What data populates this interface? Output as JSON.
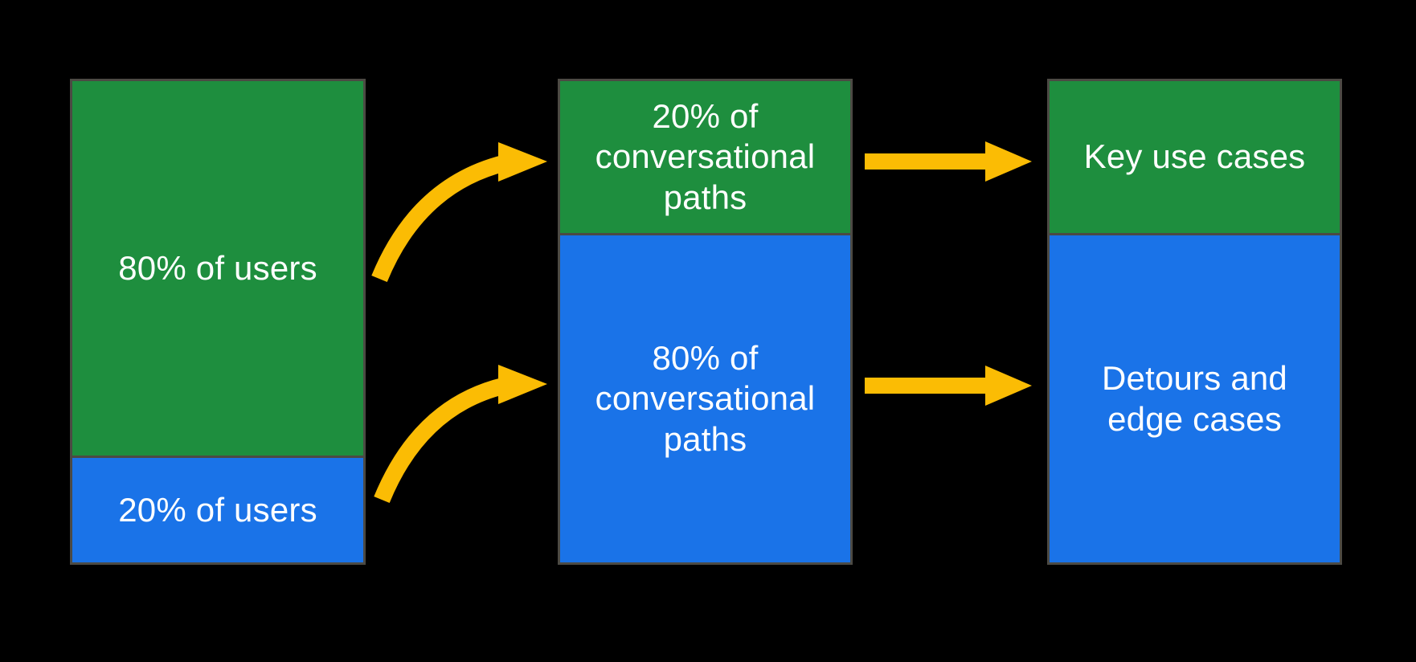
{
  "colors": {
    "bg": "#000000",
    "green": "#1E8E3E",
    "blue": "#1A73E8",
    "yellow": "#FBBC04",
    "border": "#4C4A44",
    "text": "#FFFFFF"
  },
  "columns": [
    {
      "id": "users",
      "segments": [
        {
          "color": "green",
          "label": "80% of users"
        },
        {
          "color": "blue",
          "label": "20% of users"
        }
      ]
    },
    {
      "id": "conversational-paths",
      "segments": [
        {
          "color": "green",
          "label": "20% of\nconversational\npaths"
        },
        {
          "color": "blue",
          "label": "80% of\nconversational\npaths"
        }
      ]
    },
    {
      "id": "cases",
      "segments": [
        {
          "color": "green",
          "label": "Key use cases"
        },
        {
          "color": "blue",
          "label": "Detours and\nedge cases"
        }
      ]
    }
  ],
  "arrows": [
    {
      "name": "curved-right-arrow",
      "from": "80% of users",
      "to": "20% of conversational paths"
    },
    {
      "name": "curved-right-arrow",
      "from": "20% of users",
      "to": "80% of conversational paths"
    },
    {
      "name": "straight-right-arrow",
      "from": "20% of conversational paths",
      "to": "Key use cases"
    },
    {
      "name": "straight-right-arrow",
      "from": "80% of conversational paths",
      "to": "Detours and edge cases"
    }
  ]
}
